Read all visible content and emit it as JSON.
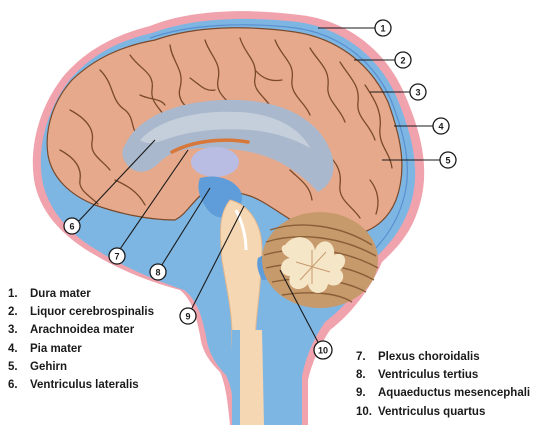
{
  "legend": [
    {
      "num": "1.",
      "label": "Dura mater"
    },
    {
      "num": "2.",
      "label": "Liquor cerebrospinalis"
    },
    {
      "num": "3.",
      "label": "Arachnoidea mater"
    },
    {
      "num": "4.",
      "label": "Pia mater"
    },
    {
      "num": "5.",
      "label": "Gehirn"
    },
    {
      "num": "6.",
      "label": "Ventriculus lateralis"
    },
    {
      "num": "7.",
      "label": "Plexus choroidalis"
    },
    {
      "num": "8.",
      "label": "Ventriculus tertius"
    },
    {
      "num": "9.",
      "label": "Aquaeductus mesencephali"
    },
    {
      "num": "10.",
      "label": "Ventriculus quartus"
    }
  ],
  "callouts": [
    "1",
    "2",
    "3",
    "4",
    "5",
    "6",
    "7",
    "8",
    "9",
    "10"
  ],
  "colors": {
    "dura": "#f0a2ad",
    "csf": "#7eb6e3",
    "arachnoid": "#5a8fd0",
    "brain": "#e7a98b",
    "sulci": "#7a4a2c",
    "ventricle": "#a9b8cc",
    "choroid": "#d8773a",
    "thalamus": "#b9bde4",
    "stem": "#f6d7b3",
    "cerebellum": "#c79a6c",
    "leader": "#1a1a1a"
  }
}
